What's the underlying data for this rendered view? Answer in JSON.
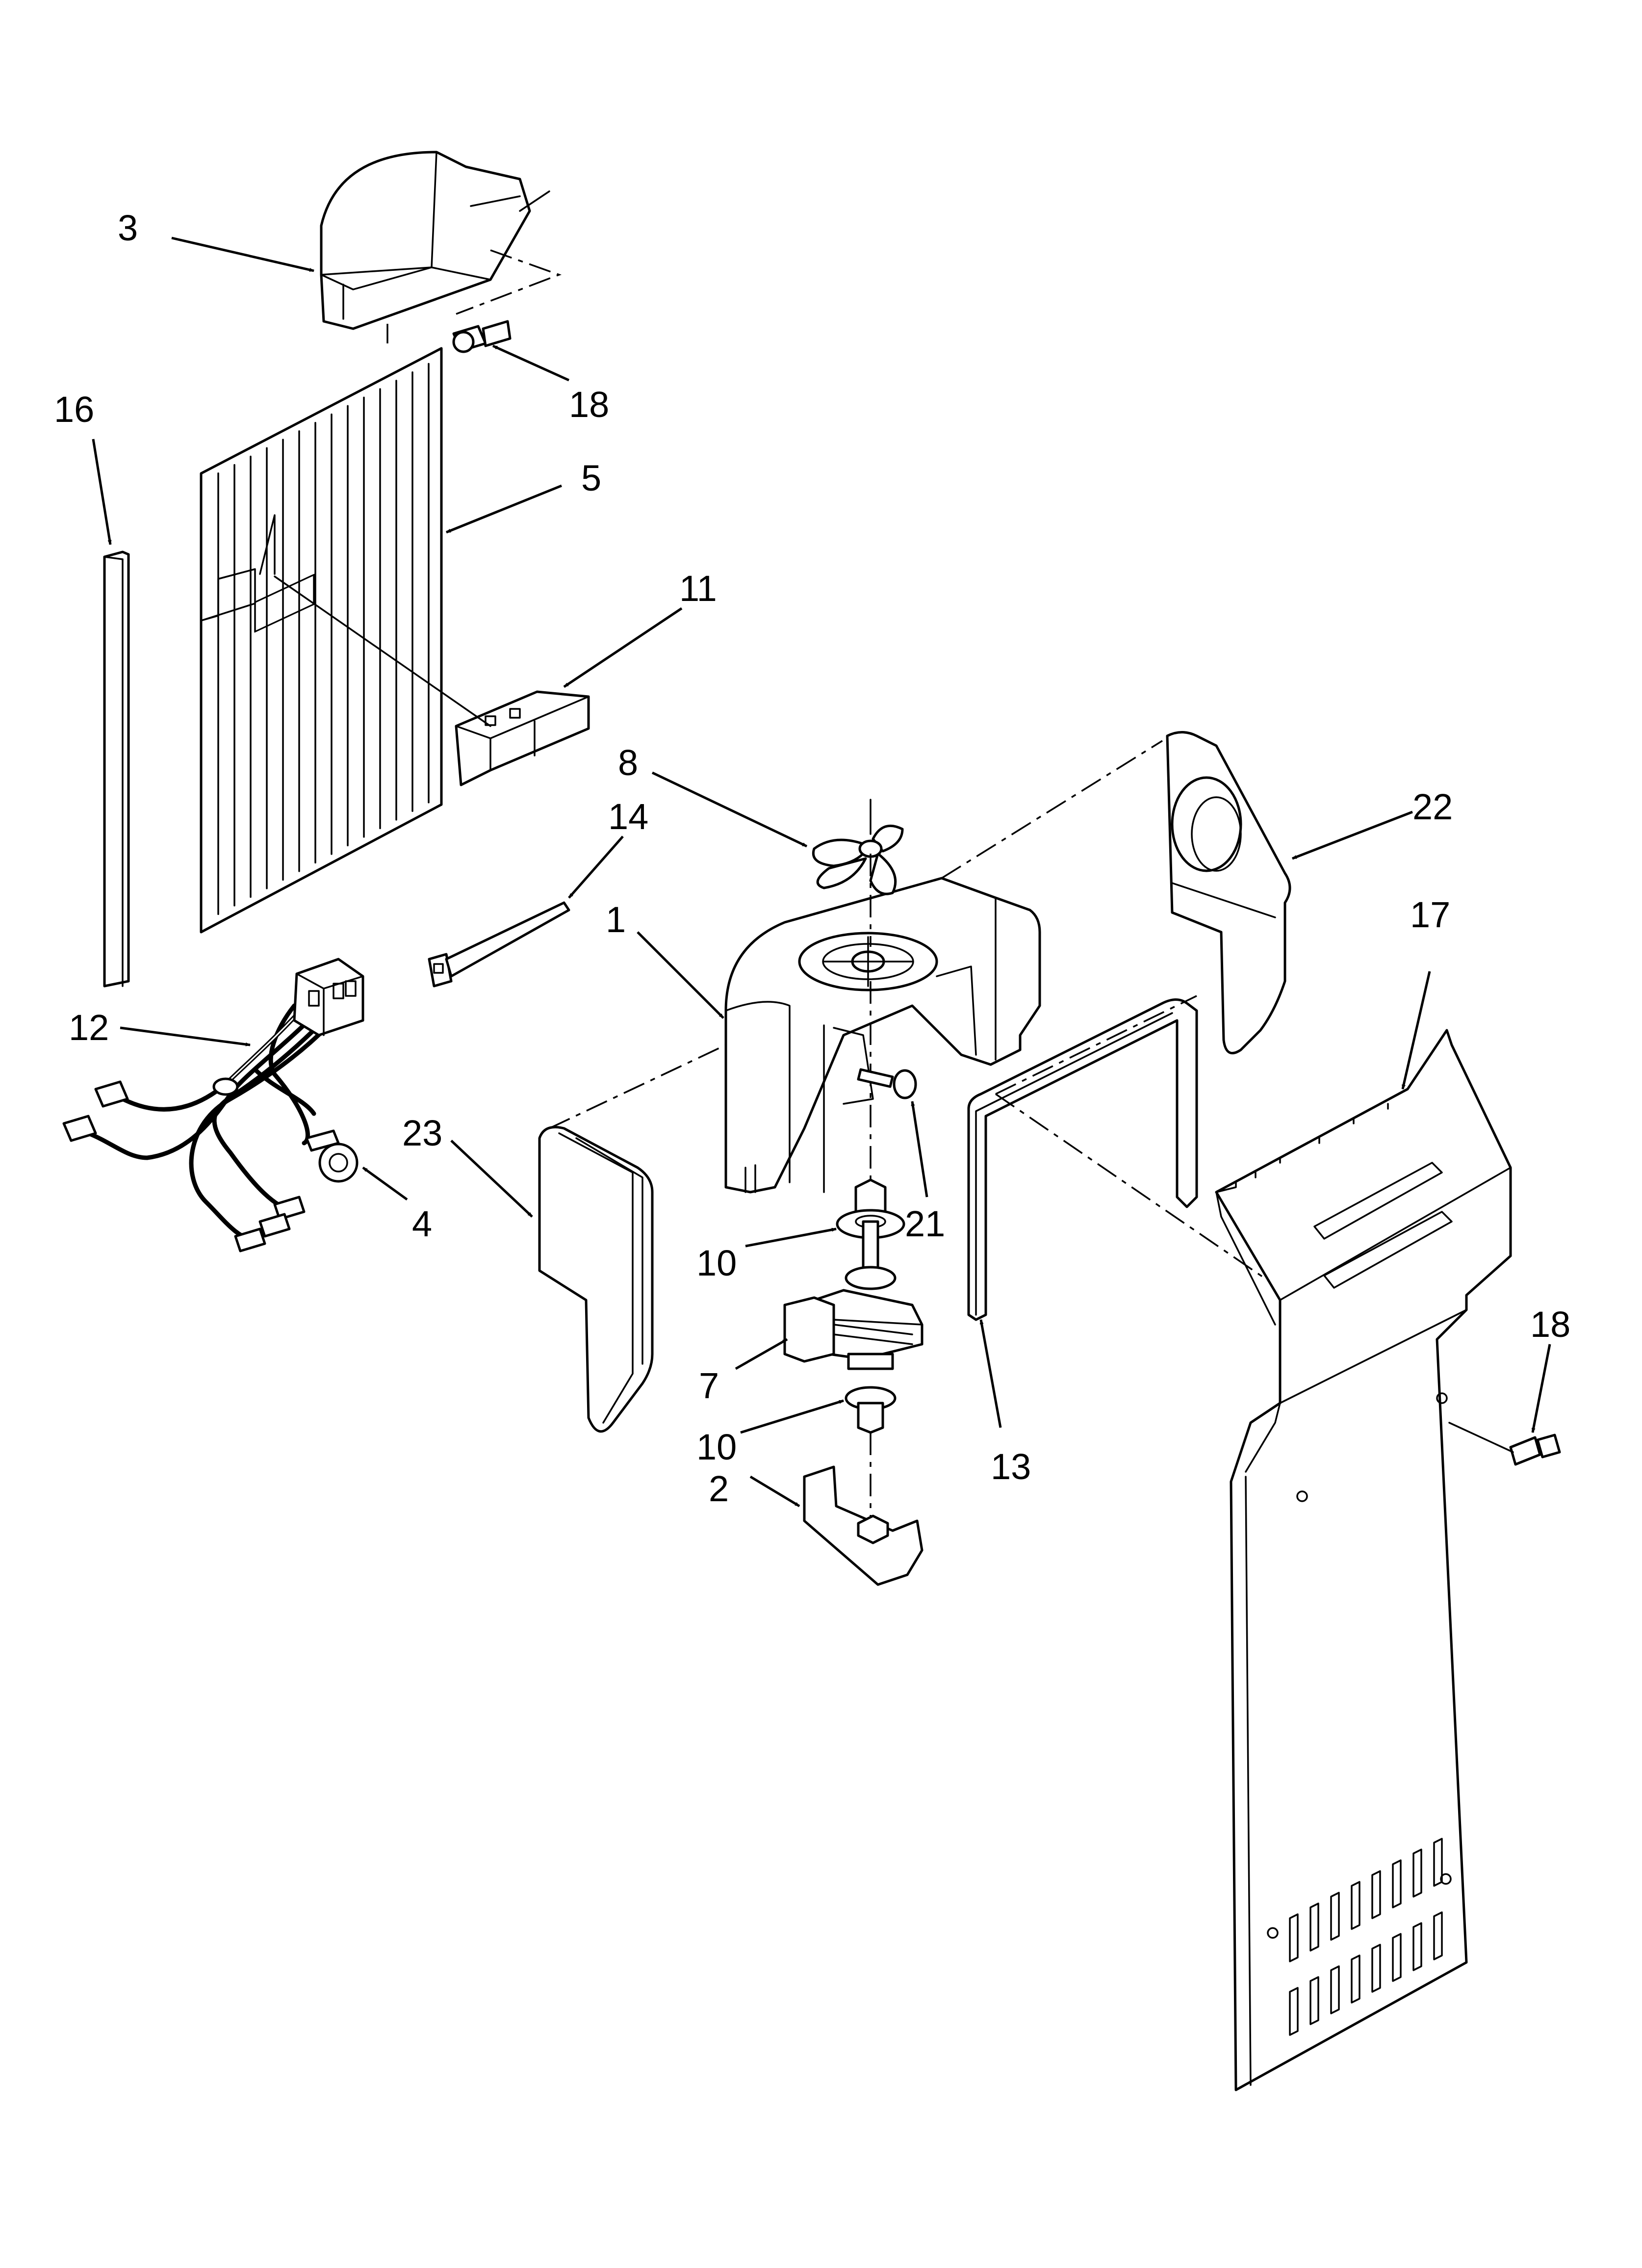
{
  "diagram": {
    "callouts": {
      "c3": "3",
      "c18a": "18",
      "c16": "16",
      "c5": "5",
      "c11": "11",
      "c8": "8",
      "c14": "14",
      "c22": "22",
      "c1": "1",
      "c17": "17",
      "c12": "12",
      "c23": "23",
      "c4": "4",
      "c21": "21",
      "c10a": "10",
      "c10b": "10",
      "c7": "7",
      "c13": "13",
      "c18b": "18",
      "c2": "2"
    }
  }
}
